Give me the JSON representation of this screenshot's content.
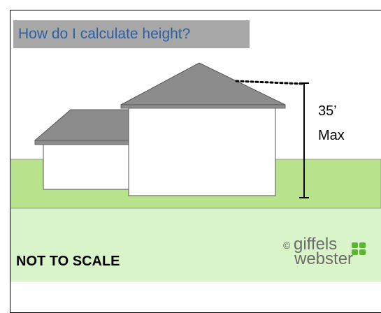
{
  "title": "How do I calculate height?",
  "height_label_value": "35’",
  "height_label_unit": "Max",
  "disclaimer": "NOT TO SCALE",
  "logo": {
    "copyright": "©",
    "line1": "giffels",
    "line2": "webster",
    "mark_icon": "plus-grid-icon"
  },
  "colors": {
    "title_background": "#a8a8a8",
    "title_text": "#2f5fa0",
    "grass": "#b8e38c",
    "lower_band": "#daf4c9",
    "roof": "#8c8c8c",
    "wall": "#ffffff",
    "logo_mark": "#5cb531"
  }
}
